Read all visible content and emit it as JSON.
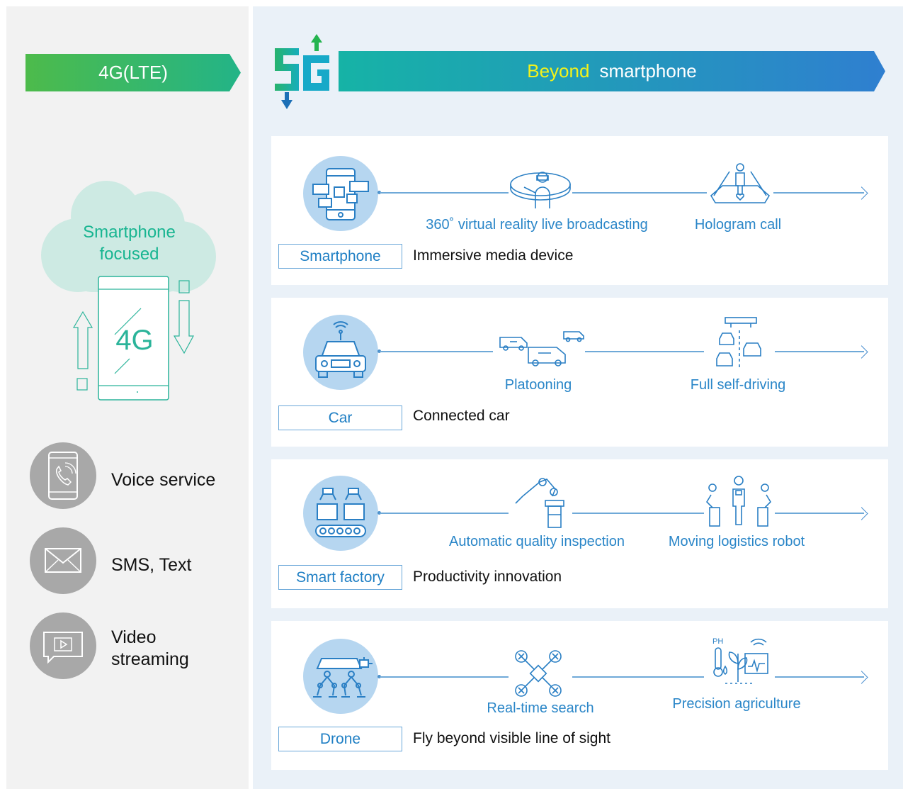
{
  "lte": {
    "banner_label": "4G(LTE)",
    "cloud_text_line1": "Smartphone",
    "cloud_text_line2": "focused",
    "phone_label": "4G",
    "services": [
      {
        "label_line1": "Voice service",
        "label_line2": "",
        "icon": "phone-call-icon"
      },
      {
        "label_line1": "SMS, Text",
        "label_line2": "",
        "icon": "envelope-icon"
      },
      {
        "label_line1": "Video",
        "label_line2": "streaming",
        "icon": "video-play-icon"
      }
    ]
  },
  "fiveg": {
    "logo_text": "5G",
    "banner_highlight": "Beyond",
    "banner_rest": "smartphone"
  },
  "rows": [
    {
      "category": "Smartphone",
      "description": "Immersive media device",
      "icon": "smartphone-apps-icon",
      "steps": [
        {
          "label": "360˚ virtual reality live broadcasting",
          "icon": "vr-headset-icon"
        },
        {
          "label": "Hologram call",
          "icon": "hologram-icon"
        }
      ]
    },
    {
      "category": "Car",
      "description": "Connected car",
      "icon": "connected-car-icon",
      "steps": [
        {
          "label": "Platooning",
          "icon": "truck-platoon-icon"
        },
        {
          "label": "Full self-driving",
          "icon": "self-driving-icon"
        }
      ]
    },
    {
      "category": "Smart factory",
      "description": "Productivity innovation",
      "icon": "factory-conveyor-icon",
      "steps": [
        {
          "label": "Automatic quality inspection",
          "icon": "robot-arm-icon"
        },
        {
          "label": "Moving logistics robot",
          "icon": "logistics-robot-icon"
        }
      ]
    },
    {
      "category": "Drone",
      "description": "Fly beyond visible line of sight",
      "icon": "drone-icon",
      "steps": [
        {
          "label": "Real-time search",
          "icon": "quadcopter-icon"
        },
        {
          "label": "Precision agriculture",
          "icon": "agriculture-sensor-icon"
        }
      ]
    }
  ],
  "colors": {
    "lte_green": "#3fba6a",
    "fiveg_teal": "#16b3a6",
    "fiveg_blue": "#2f7fd0",
    "highlight_yellow": "#f3f21b",
    "accent_blue": "#2a86c8"
  }
}
